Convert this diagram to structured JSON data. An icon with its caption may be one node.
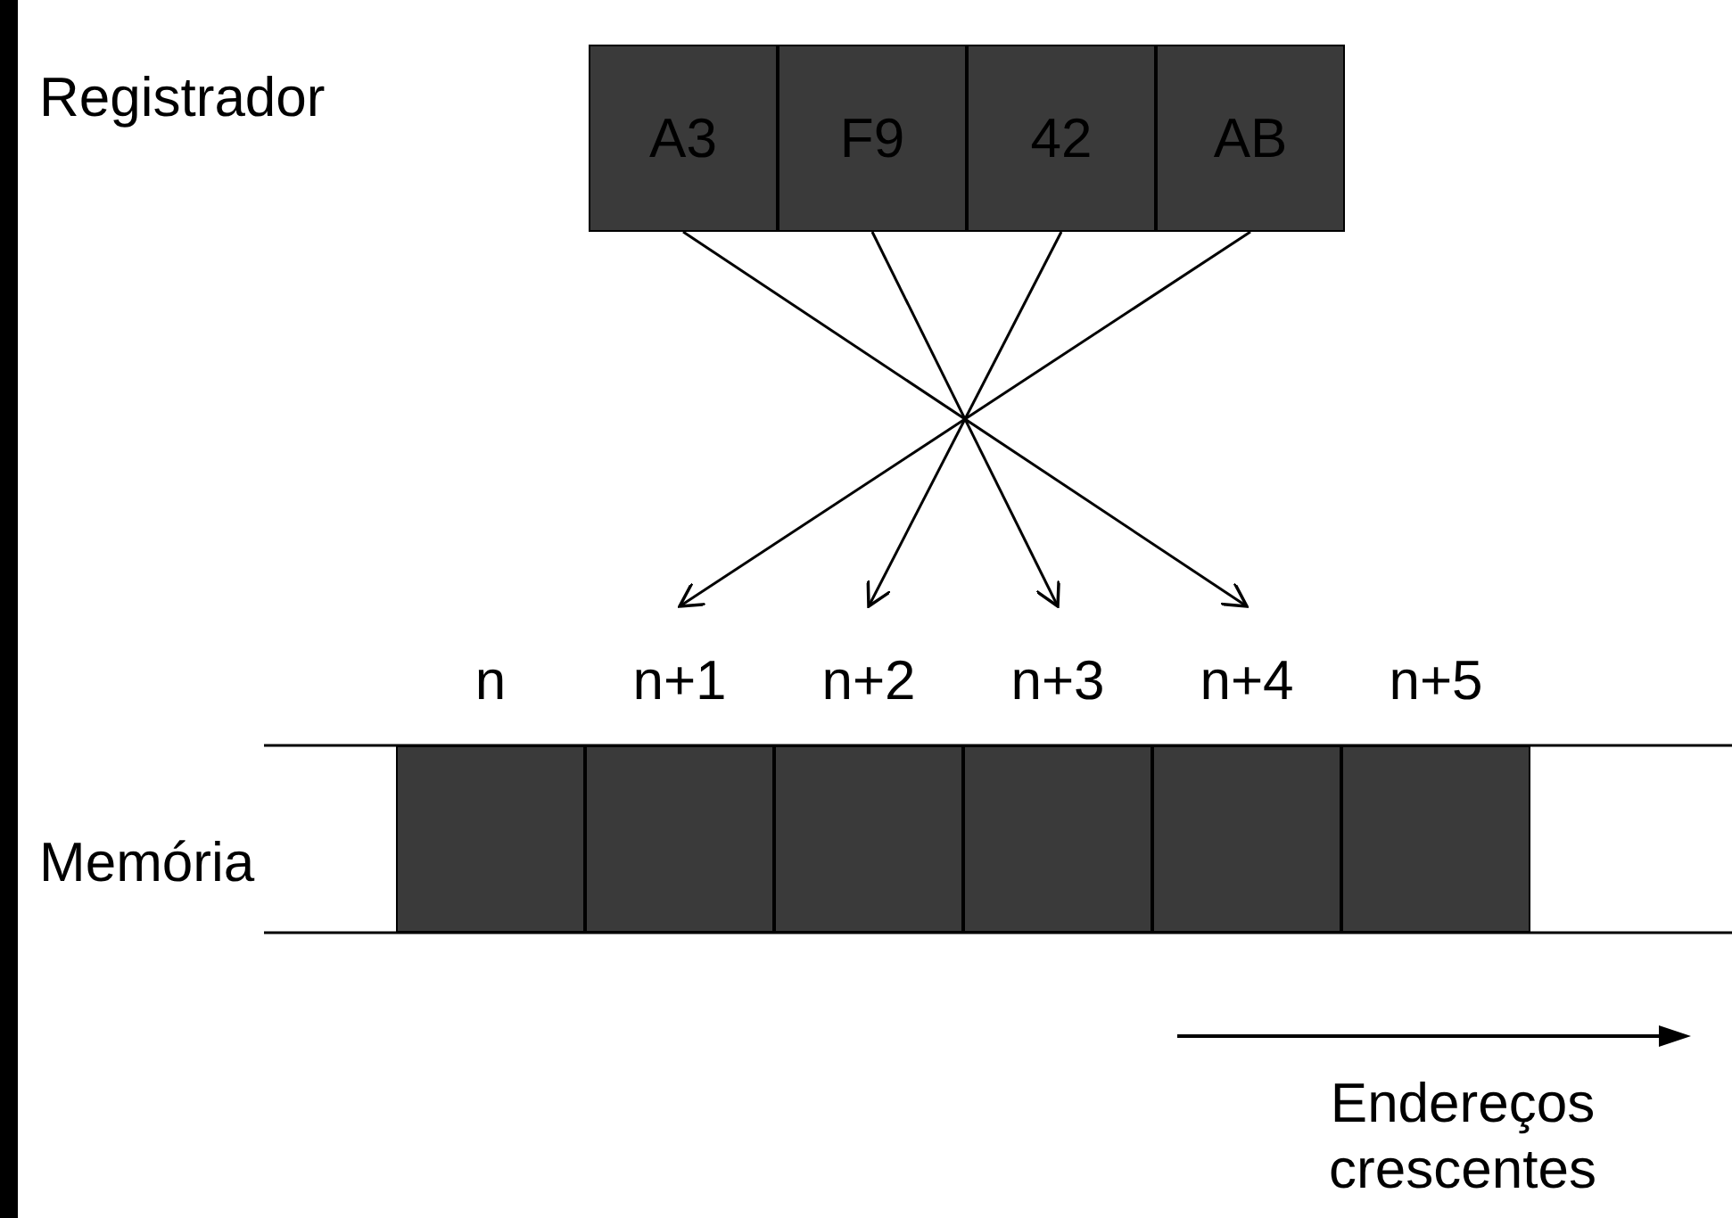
{
  "diagram": {
    "nodes": [
      {
        "text": [
          "A3"
        ]
      },
      {
        "text": [
          "F9"
        ]
      },
      {
        "text": [
          "42"
        ]
      },
      {
        "text": [
          "AB"
        ]
      },
      {
        "text": [
          "n"
        ]
      },
      {
        "text": [
          "n+1"
        ]
      },
      {
        "text": [
          "n+2"
        ]
      },
      {
        "text": [
          "n+3"
        ]
      },
      {
        "text": [
          "n+4"
        ]
      },
      {
        "text": [
          "n+5"
        ]
      }
    ],
    "edges": [
      {
        "from": 0,
        "to": 8,
        "arrow": "to"
      },
      {
        "from": 1,
        "to": 7,
        "arrow": "to"
      },
      {
        "from": 2,
        "to": 6,
        "arrow": "to"
      },
      {
        "from": 3,
        "to": 5,
        "arrow": "to"
      }
    ],
    "labels": [
      "Registrador",
      "Memória",
      "Endereços crescentes"
    ]
  }
}
